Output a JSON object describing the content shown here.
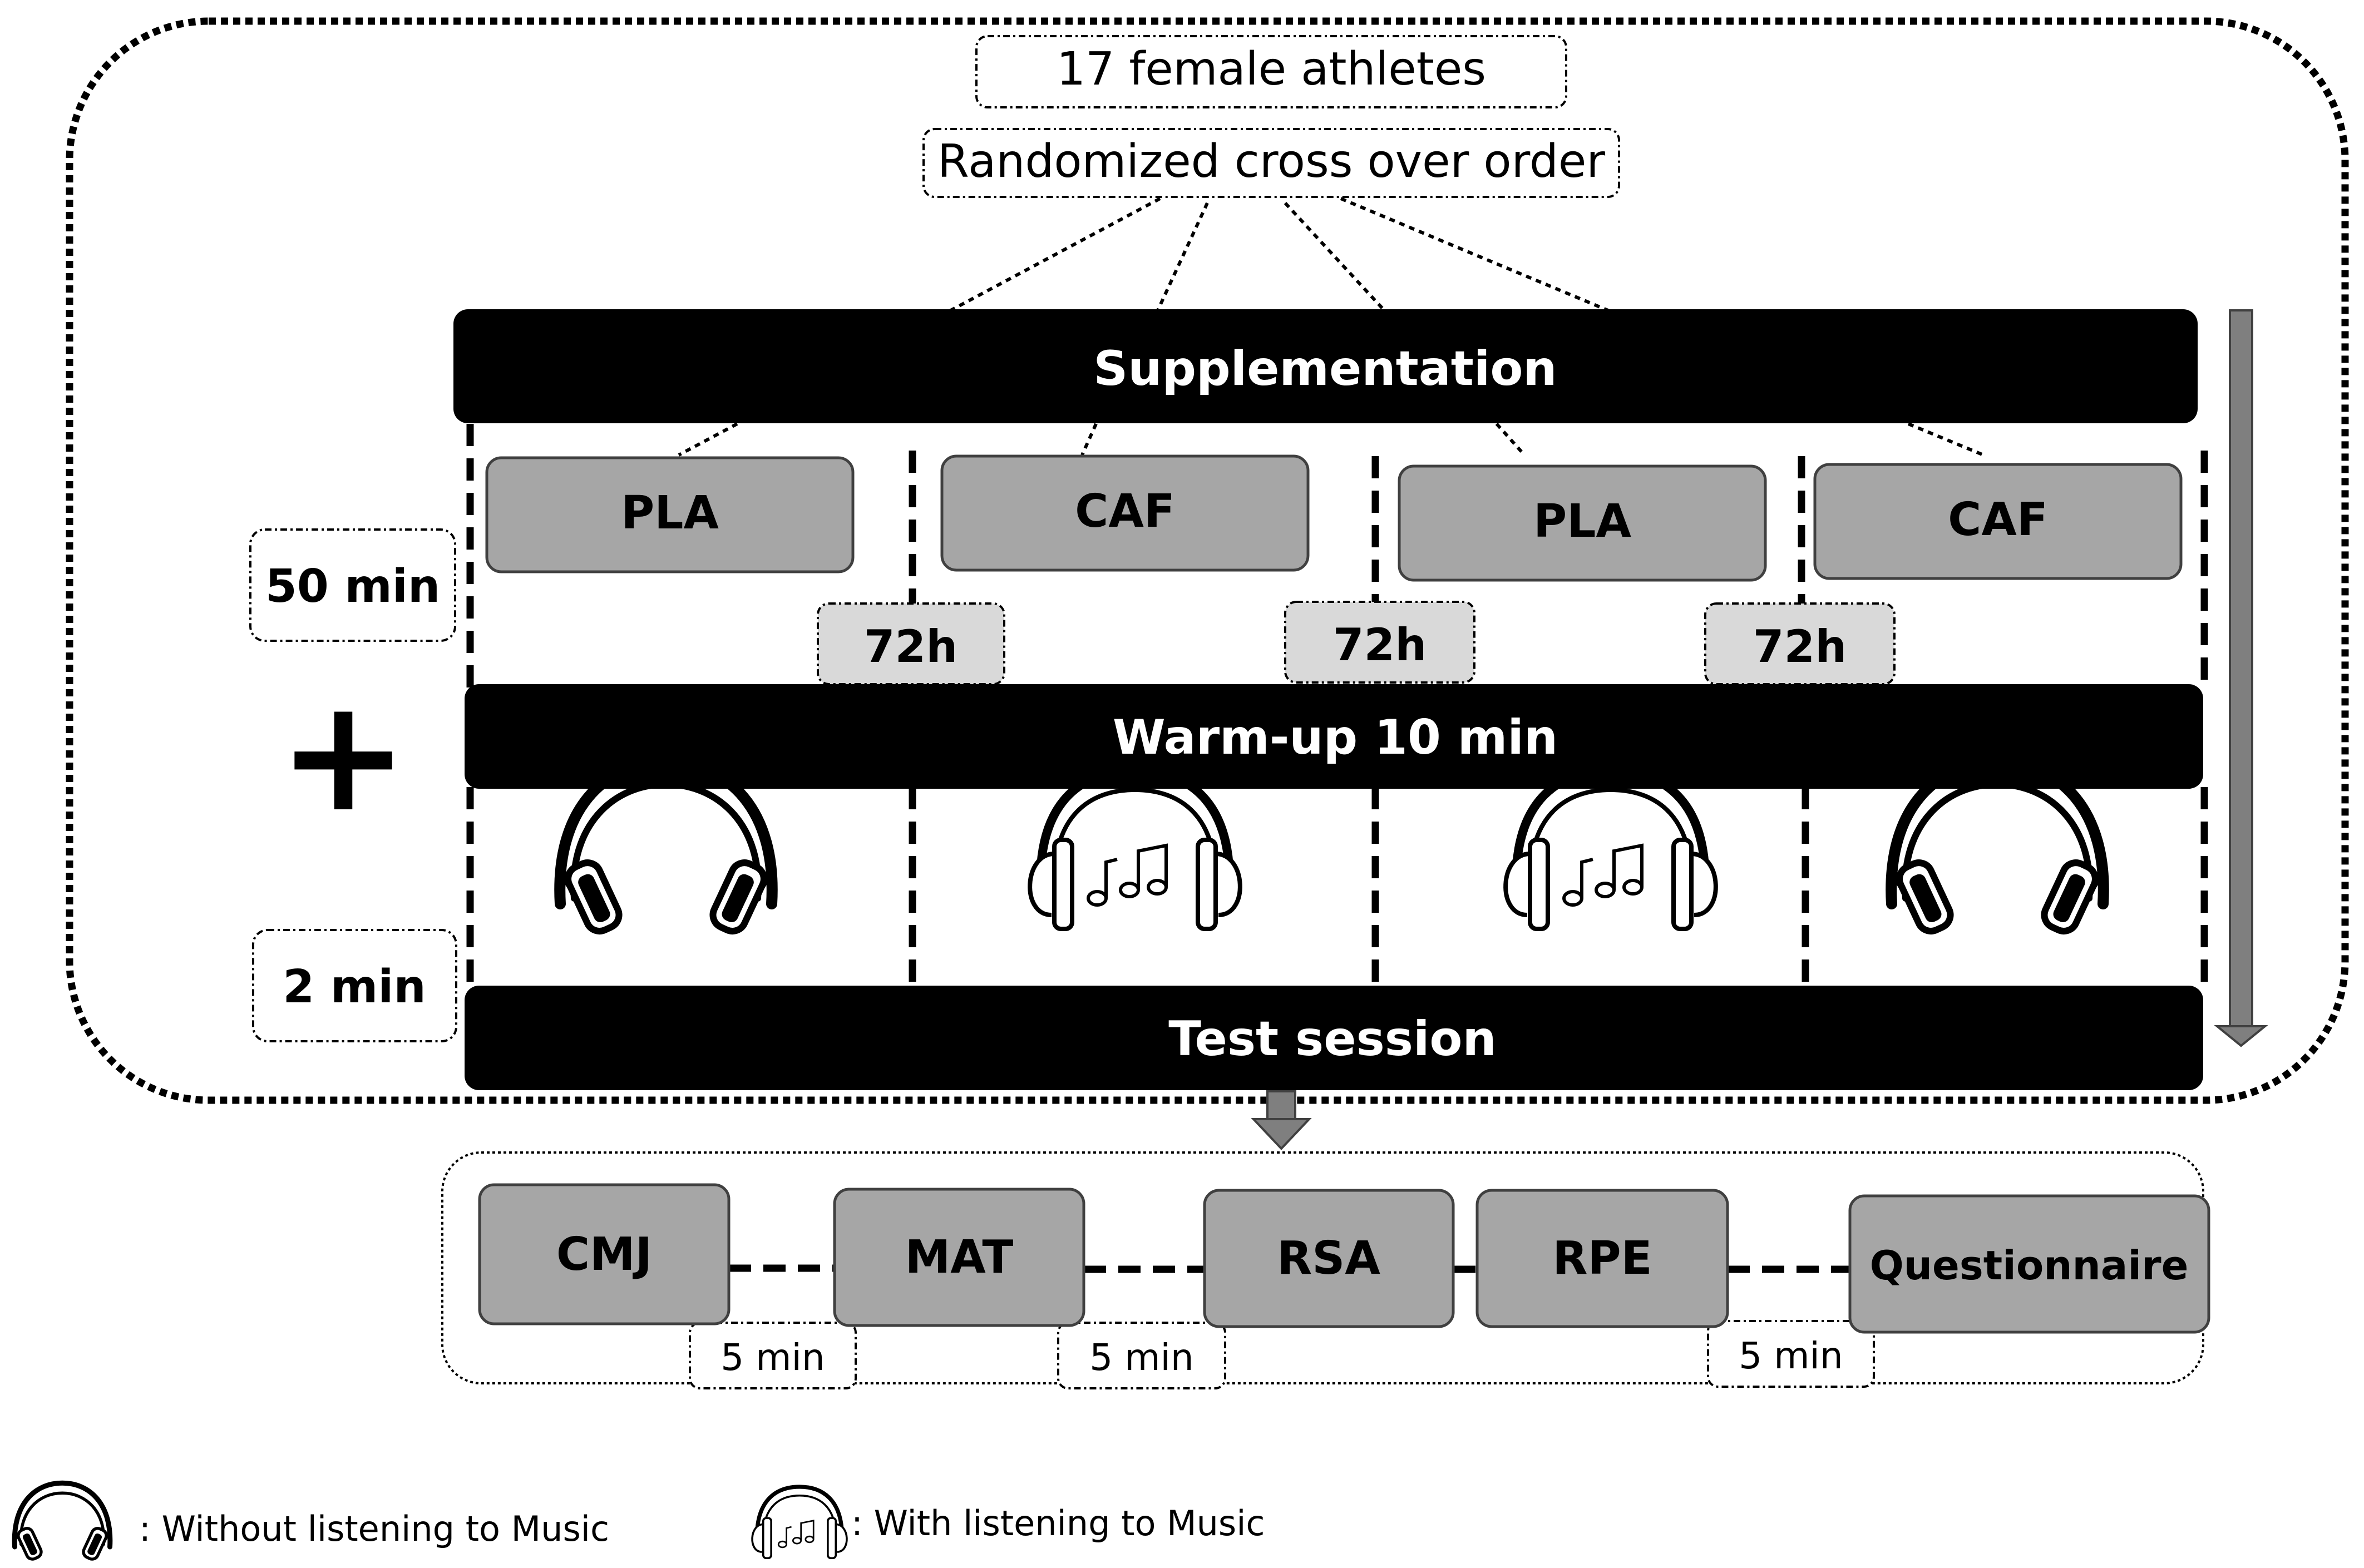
{
  "participants": "17 female athletes",
  "design": "Randomized cross over order",
  "stages": {
    "supplementation": "Supplementation",
    "warmup": "Warm-up 10 min",
    "test": "Test session"
  },
  "durations": {
    "pre_warmup": "50 min",
    "pre_test": "2 min",
    "plus_symbol": "+"
  },
  "conditions": [
    {
      "supplement": "PLA",
      "music": "without"
    },
    {
      "supplement": "CAF",
      "music": "with"
    },
    {
      "supplement": "PLA",
      "music": "with"
    },
    {
      "supplement": "CAF",
      "music": "without"
    }
  ],
  "washouts": [
    "72h",
    "72h",
    "72h"
  ],
  "tests": [
    "CMJ",
    "MAT",
    "RSA",
    "RPE",
    "Questionnaire"
  ],
  "test_intervals": [
    "5 min",
    "5 min",
    "5 min"
  ],
  "legend": {
    "without_music": ": Without listening to Music",
    "with_music": ": With listening to Music"
  },
  "colors": {
    "black_bar": "#000000",
    "box_fill": "#a6a6a6",
    "box_stroke": "#404040",
    "washout_fill": "#d9d9d9",
    "arrow": "#7f7f7f"
  },
  "icons": {
    "without_music": "headphones-icon",
    "with_music": "headphones-music-icon"
  }
}
